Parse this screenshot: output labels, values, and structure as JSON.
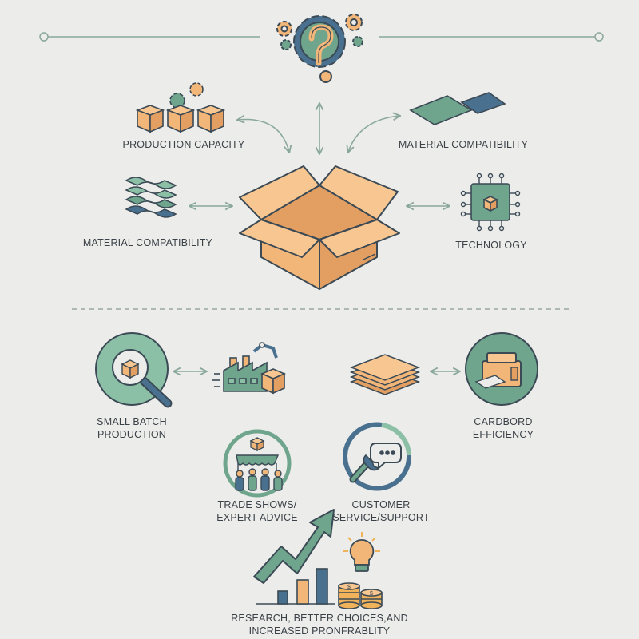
{
  "labels": {
    "production_capacity": "PRODUCTION CAPACITY",
    "material_compatibility_right": "MATERIAL COMPATIBILITY",
    "material_compatibility_left": "MATERIAL COMPATIBILITY",
    "technology": "TECHNOLOGY",
    "small_batch_line1": "SMALL BATCH",
    "small_batch_line2": "PRODUCTION",
    "cardboard_line1": "CARDBORD",
    "cardboard_line2": "EFFICIENCY",
    "trade_shows_line1": "TRADE SHOWS/",
    "trade_shows_line2": "EXPERT ADVICE",
    "customer_line1": "CUSTOMER",
    "customer_line2": "SERVICE/SUPPORT",
    "research_line1": "RESEARCH, BETTER CHOICES,AND",
    "research_line2": "INCREASED PRONFRABLITY"
  },
  "colors": {
    "background": "#ececea",
    "outline": "#3b4a55",
    "box": "#f3b679",
    "box_dark": "#e39f62",
    "teal": "#6fa58c",
    "teal_light": "#8cc0a6",
    "navy": "#4a7090",
    "arrow": "#8aa89a",
    "gold": "#f0b25a"
  },
  "icons": {
    "top": "gears-question-icon",
    "center": "open-box-icon"
  }
}
